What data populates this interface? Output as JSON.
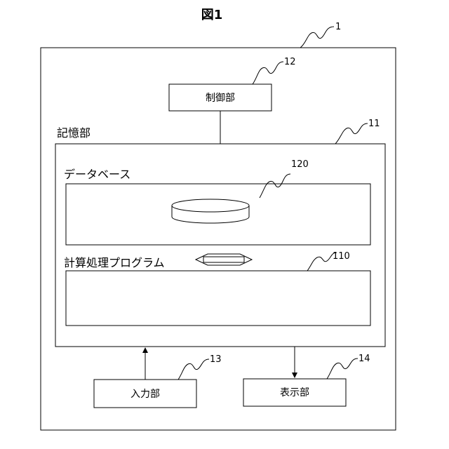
{
  "figure": {
    "title": "図1"
  },
  "system": {
    "ref": "1"
  },
  "control_unit": {
    "label": "制御部",
    "ref": "12"
  },
  "storage_unit": {
    "label": "記憶部",
    "ref": "11"
  },
  "database": {
    "label": "データベース",
    "ref": "120"
  },
  "program": {
    "label": "計算処理プログラム",
    "ref": "110"
  },
  "input_unit": {
    "label": "入力部",
    "ref": "13"
  },
  "display_unit": {
    "label": "表示部",
    "ref": "14"
  }
}
